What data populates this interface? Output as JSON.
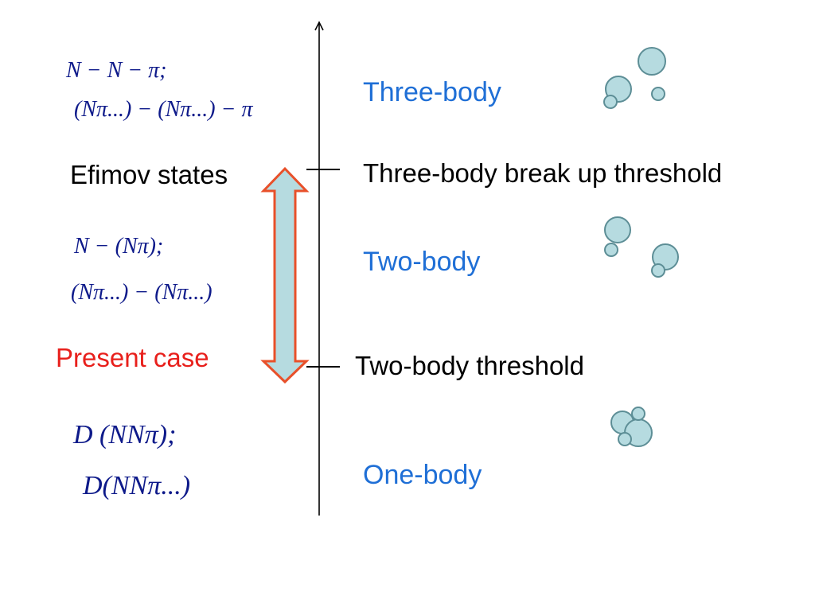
{
  "regions": {
    "three_body": "Three-body",
    "two_body": "Two-body",
    "one_body": "One-body"
  },
  "thresholds": {
    "three_body_breakup": "Three-body break up threshold",
    "two_body": "Two-body threshold"
  },
  "side_labels": {
    "efimov": "Efimov states",
    "present": "Present  case"
  },
  "formulas": {
    "three_body_line1": "N − N − π;",
    "three_body_line2": "(Nπ...) − (Nπ...) − π",
    "two_body_line1": "N − (Nπ);",
    "two_body_line2": "(Nπ...) − (Nπ...)",
    "one_body_line1": "D (NNπ);",
    "one_body_line2": "D(NNπ...)"
  },
  "colors": {
    "region_text": "#1f6fd6",
    "present_text": "#e8201c",
    "arrow_fill": "#b6dbe0",
    "arrow_stroke": "#e8502a",
    "particle_fill": "#b6dbe0",
    "particle_stroke": "#5d8e96",
    "formula_text": "#0e1a8a"
  }
}
